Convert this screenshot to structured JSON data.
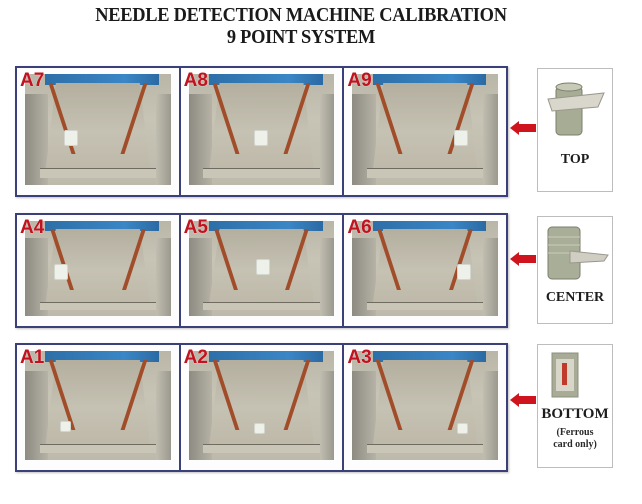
{
  "title": {
    "line1": "NEEDLE DETECTION MACHINE CALIBRATION",
    "line2": "9 POINT SYSTEM"
  },
  "rows": [
    {
      "position": "top",
      "cells": [
        {
          "label": "A7",
          "sample_position": "left"
        },
        {
          "label": "A8",
          "sample_position": "center"
        },
        {
          "label": "A9",
          "sample_position": "right"
        }
      ],
      "card": {
        "icon": "top-test-piece-icon",
        "caption": "TOP",
        "note": ""
      }
    },
    {
      "position": "center",
      "cells": [
        {
          "label": "A4",
          "sample_position": "left"
        },
        {
          "label": "A5",
          "sample_position": "center"
        },
        {
          "label": "A6",
          "sample_position": "right"
        }
      ],
      "card": {
        "icon": "center-test-piece-icon",
        "caption": "CENTER",
        "note": ""
      }
    },
    {
      "position": "bottom",
      "cells": [
        {
          "label": "A1",
          "sample_position": "left"
        },
        {
          "label": "A2",
          "sample_position": "center"
        },
        {
          "label": "A3",
          "sample_position": "right"
        }
      ],
      "card": {
        "icon": "ferrous-card-icon",
        "caption": "BOTTOM",
        "note_line1": "(Ferrous",
        "note_line2": "card only)"
      }
    }
  ],
  "colors": {
    "frame": "#3b3f7a",
    "label_red": "#c1121f",
    "arrow_red": "#d0141e",
    "conveyor_blue": "#3a86c6",
    "rail_brown": "#a24d2a"
  }
}
